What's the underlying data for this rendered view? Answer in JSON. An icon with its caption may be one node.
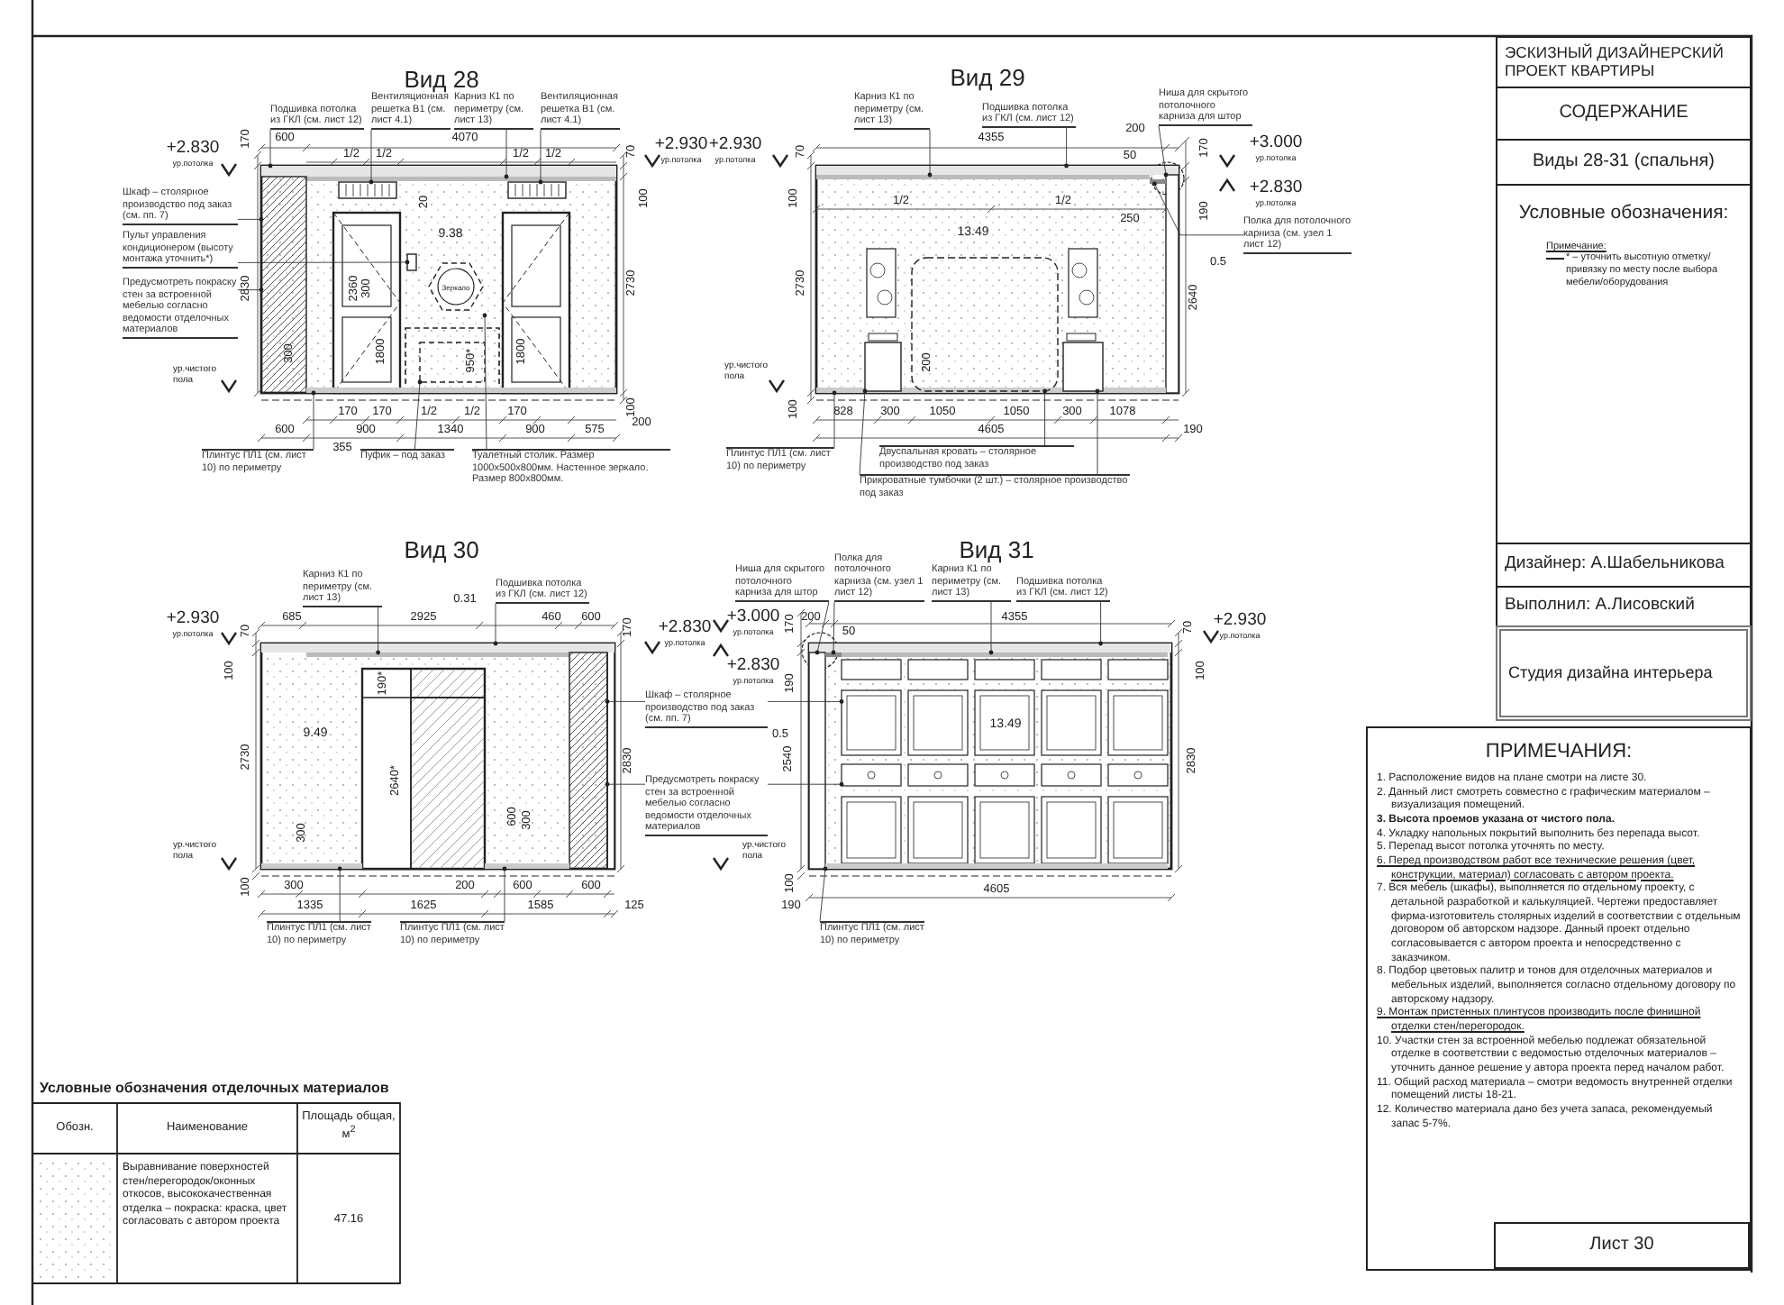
{
  "diagram": {
    "nodes": [
      {
        "text": [
          "ЭСКИЗНЫЙ ДИЗАЙНЕРСКИЙ ПРОЕКТ КВАРТИРЫ"
        ]
      },
      {
        "text": [
          "СОДЕРЖАНИЕ"
        ]
      },
      {
        "text": [
          "Виды 28-31 (спальня)"
        ]
      },
      {
        "text": [
          "Условные обозначения:",
          "Примечание:",
          "* – уточнить высотную отметку/привязку по месту после выбора мебели/оборудования"
        ]
      },
      {
        "text": [
          "Дизайнер: А.Шабельникова"
        ]
      },
      {
        "text": [
          "Выполнил: А.Лисовский"
        ]
      },
      {
        "text": [
          "Студия дизайна интерьера"
        ]
      },
      {
        "text": [
          "ПРИМЕЧАНИЯ:",
          "1. Расположение видов на плане смотри на листе 30.",
          "2. Данный лист смотреть совместно с графическим материалом – визуализация помещений.",
          "3. Высота проемов указана от чистого пола.",
          "4. Укладку напольных покрытий выполнить без перепада высот.",
          "5. Перепад высот потолка уточнять по месту.",
          "6. Перед производством работ все технические решения (цвет, конструкции, материал) согласовать с автором проекта.",
          "7. Вся мебель (шкафы), выполняется по отдельному проекту, с детальной разработкой и калькуляцией. Чертежи предоставляет фирма-изготовитель столярных изделий в соответствии с отдельным договором об авторском надзоре. Данный проект отдельно согласовывается с автором проекта и непосредственно с заказчиком.",
          "8. Подбор цветовых палитр и тонов для отделочных материалов и мебельных изделий, выполняется согласно отдельному договору по авторскому надзору.",
          "9. Монтаж пристенных плинтусов производить после финишной отделки стен/перегородок.",
          "10. Участки стен за встроенной мебелью подлежат обязательной отделке в соответствии с ведомостью отделочных материалов – уточнить данное решение у автора проекта перед началом работ.",
          "11. Общий расход материала – смотри ведомость внутренней отделки помещений листы 18-21.",
          "12. Количество материала дано без учета запаса, рекомендуемый запас 5-7%."
        ]
      },
      {
        "text": [
          "Лист 30"
        ],
        "in": 7
      },
      {
        "text": [
          "Подшивка потолка из ГКЛ (см. лист 12)"
        ]
      },
      {
        "text": [
          "Вентиляционная решетка В1 (см. лист 4.1)"
        ]
      },
      {
        "text": [
          "Карниз К1 по периметру (см. лист 13)"
        ]
      },
      {
        "text": [
          "Вентиляционная решетка В1 (см. лист 4.1)"
        ]
      },
      {
        "text": [
          "Шкаф – столярное производство под заказ (см. пп. 7)"
        ]
      },
      {
        "text": [
          "Пульт управления кондиционером (высоту монтажа уточнить*)"
        ]
      },
      {
        "text": [
          "Предусмотреть покраску стен за встроенной мебелью согласно ведомости отделочных материалов"
        ]
      },
      {
        "text": [
          "Плинтус ПЛ1 (см. лист 10) по периметру"
        ]
      },
      {
        "text": [
          "Пуфик – под заказ"
        ]
      },
      {
        "text": [
          "Туалетный столик. Размер 1000х500х800мм. Настенное зеркало. Размер 800х800мм."
        ]
      },
      {
        "text": [
          "Карниз К1 по периметру (см. лист 13)"
        ]
      },
      {
        "text": [
          "Подшивка потолка из ГКЛ (см. лист 12)"
        ]
      },
      {
        "text": [
          "Ниша для скрытого потолочного карниза для штор"
        ]
      },
      {
        "text": [
          "Полка для потолочного карниза (см. узел 1 лист 12)"
        ]
      },
      {
        "text": [
          "Плинтус ПЛ1 (см. лист 10) по периметру"
        ]
      },
      {
        "text": [
          "Двуспальная кровать – столярное производство под заказ"
        ]
      },
      {
        "text": [
          "Прикроватные тумбочки (2 шт.) – столярное производство под заказ"
        ]
      },
      {
        "text": [
          "Карниз К1 по периметру (см. лист 13)"
        ]
      },
      {
        "text": [
          "Подшивка потолка из ГКЛ (см. лист 12)"
        ]
      },
      {
        "text": [
          "Шкаф – столярное производство под заказ (см. пп. 7)"
        ]
      },
      {
        "text": [
          "Предусмотреть покраску стен за встроенной мебелью согласно ведомости отделочных материалов"
        ]
      },
      {
        "text": [
          "Плинтус ПЛ1 (см. лист 10) по периметру"
        ]
      },
      {
        "text": [
          "Плинтус ПЛ1 (см. лист 10) по периметру"
        ]
      },
      {
        "text": [
          "Ниша для скрытого потолочного карниза для штор"
        ]
      },
      {
        "text": [
          "Полка для потолочного карниза (см. узел 1 лист 12)"
        ]
      },
      {
        "text": [
          "Карниз К1 по периметру (см. лист 13)"
        ]
      },
      {
        "text": [
          "Подшивка потолка из ГКЛ (см. лист 12)"
        ]
      },
      {
        "text": [
          "Плинтус ПЛ1 (см. лист 10) по периметру"
        ]
      },
      {
        "text": [
          "Зеркало"
        ]
      },
      {
        "text": [],
        "shape": "bar"
      },
      {
        "text": [],
        "shape": "box"
      },
      {
        "text": [],
        "shape": "bar"
      },
      {
        "text": [],
        "shape": "box"
      },
      {
        "text": [],
        "shape": "box"
      },
      {
        "text": [],
        "shape": "box"
      },
      {
        "text": [],
        "shape": "bar"
      },
      {
        "text": [],
        "shape": "box"
      },
      {
        "text": [],
        "shape": "bar"
      },
      {
        "text": [],
        "shape": "bar"
      },
      {
        "text": [],
        "shape": "box"
      },
      {
        "text": [],
        "shape": "bar"
      },
      {
        "text": [],
        "shape": "bar"
      },
      {
        "text": [],
        "shape": "box"
      },
      {
        "text": [],
        "shape": "box"
      },
      {
        "text": [],
        "shape": "box"
      },
      {
        "text": [],
        "shape": "bar"
      },
      {
        "text": [],
        "shape": "bar"
      },
      {
        "text": [],
        "shape": "box"
      },
      {
        "text": [],
        "shape": "bar"
      },
      {
        "text": [],
        "shape": "bar"
      },
      {
        "text": [],
        "shape": "bar"
      },
      {
        "text": [],
        "shape": "box"
      },
      {
        "text": [],
        "shape": "bar"
      },
      {
        "text": [],
        "shape": "bar"
      },
      {
        "text": [],
        "shape": "box"
      },
      {
        "text": [],
        "shape": "bar"
      }
    ],
    "edges": [
      {
        "from": 9,
        "to": 38,
        "arrow": "other"
      },
      {
        "from": 10,
        "to": 39,
        "arrow": "other"
      },
      {
        "from": 11,
        "to": 40,
        "arrow": "other"
      },
      {
        "from": 12,
        "to": 41,
        "arrow": "other"
      },
      {
        "from": 13,
        "to": 42,
        "arrow": "other"
      },
      {
        "from": 14,
        "to": 43,
        "arrow": "other"
      },
      {
        "from": 15,
        "to": 42,
        "arrow": "other"
      },
      {
        "from": 16,
        "to": 44,
        "arrow": "other"
      },
      {
        "from": 17,
        "to": 45,
        "arrow": "other"
      },
      {
        "from": 18,
        "to": 37,
        "arrow": "other"
      },
      {
        "from": 19,
        "to": 47,
        "arrow": "other"
      },
      {
        "from": 20,
        "to": 46,
        "arrow": "other"
      },
      {
        "from": 21,
        "to": 48,
        "arrow": "other"
      },
      {
        "from": 22,
        "to": 49,
        "arrow": "other"
      },
      {
        "from": 23,
        "to": 50,
        "arrow": "other"
      },
      {
        "from": 24,
        "to": 51,
        "arrow": "other"
      },
      {
        "from": 25,
        "to": 52,
        "arrow": "other"
      },
      {
        "from": 25,
        "to": 53,
        "arrow": "other"
      },
      {
        "from": 26,
        "to": 55,
        "arrow": "other"
      },
      {
        "from": 27,
        "to": 54,
        "arrow": "other"
      },
      {
        "from": 28,
        "to": 56,
        "arrow": "other"
      },
      {
        "from": 29,
        "to": 56,
        "arrow": "other"
      },
      {
        "from": 28,
        "to": 63,
        "arrow": "other"
      },
      {
        "from": 29,
        "to": 63,
        "arrow": "other"
      },
      {
        "from": 30,
        "to": 57,
        "arrow": "other"
      },
      {
        "from": 31,
        "to": 58,
        "arrow": "other"
      },
      {
        "from": 32,
        "to": 60,
        "arrow": "other"
      },
      {
        "from": 33,
        "to": 61,
        "arrow": "other"
      },
      {
        "from": 34,
        "to": 62,
        "arrow": "other"
      },
      {
        "from": 35,
        "to": 59,
        "arrow": "other"
      },
      {
        "from": 36,
        "to": 64,
        "arrow": "other"
      }
    ],
    "labels": [
      "Вид 28",
      "+2.830",
      "ур.потолка",
      "170",
      "600",
      "4070",
      "1/2",
      "1/2",
      "1/2",
      "1/2",
      "70",
      "+2.930",
      "ур.потолка",
      "100",
      "20",
      "9.38",
      "2830",
      "2360",
      "300",
      "2730",
      "300",
      "1800",
      "950*",
      "1800",
      "ур.чистого пола",
      "100",
      "170",
      "170",
      "1/2",
      "1/2",
      "170",
      "600",
      "900",
      "1340",
      "900",
      "575",
      "200",
      "355",
      "Вид 29",
      "+2.930",
      "ур.потолка",
      "70",
      "4355",
      "200",
      "50",
      "170",
      "+3.000",
      "ур.потолка",
      "100",
      "+2.830",
      "ур.потолка",
      "1/2",
      "1/2",
      "190",
      "250",
      "13.49",
      "0.5",
      "2730",
      "2640",
      "200",
      "ур.чистого пола",
      "100",
      "828",
      "300",
      "1050",
      "1050",
      "300",
      "1078",
      "4605",
      "190",
      "Вид 30",
      "0.31",
      "685",
      "2925",
      "460",
      "600",
      "+2.930",
      "ур.потолка",
      "70",
      "170",
      "+2.830",
      "ур.потолка",
      "100",
      "190*",
      "9.49",
      "2730",
      "2830",
      "2640*",
      "600",
      "300",
      "300",
      "ур.чистого пола",
      "100",
      "300",
      "200",
      "600",
      "600",
      "1335",
      "1625",
      "1585",
      "125",
      "Вид 31",
      "+3.000",
      "ур.потолка",
      "200",
      "170",
      "50",
      "4355",
      "70",
      "+2.930",
      "ур.потолка",
      "+2.830",
      "ур.потолка",
      "100",
      "190",
      "0.5",
      "13.49",
      "2540",
      "2830",
      "ур.чистого пола",
      "100",
      "4605",
      "190",
      "Условные обозначения отделочных материалов",
      "Обозн.",
      "Наименование",
      "Площадь общая, м$^{2}$",
      "Выравнивание поверхностей стен/перегородок/оконных откосов, высококачественная отделка – покраска: краска, цвет согласовать с автором проекта",
      "47.16"
    ]
  }
}
